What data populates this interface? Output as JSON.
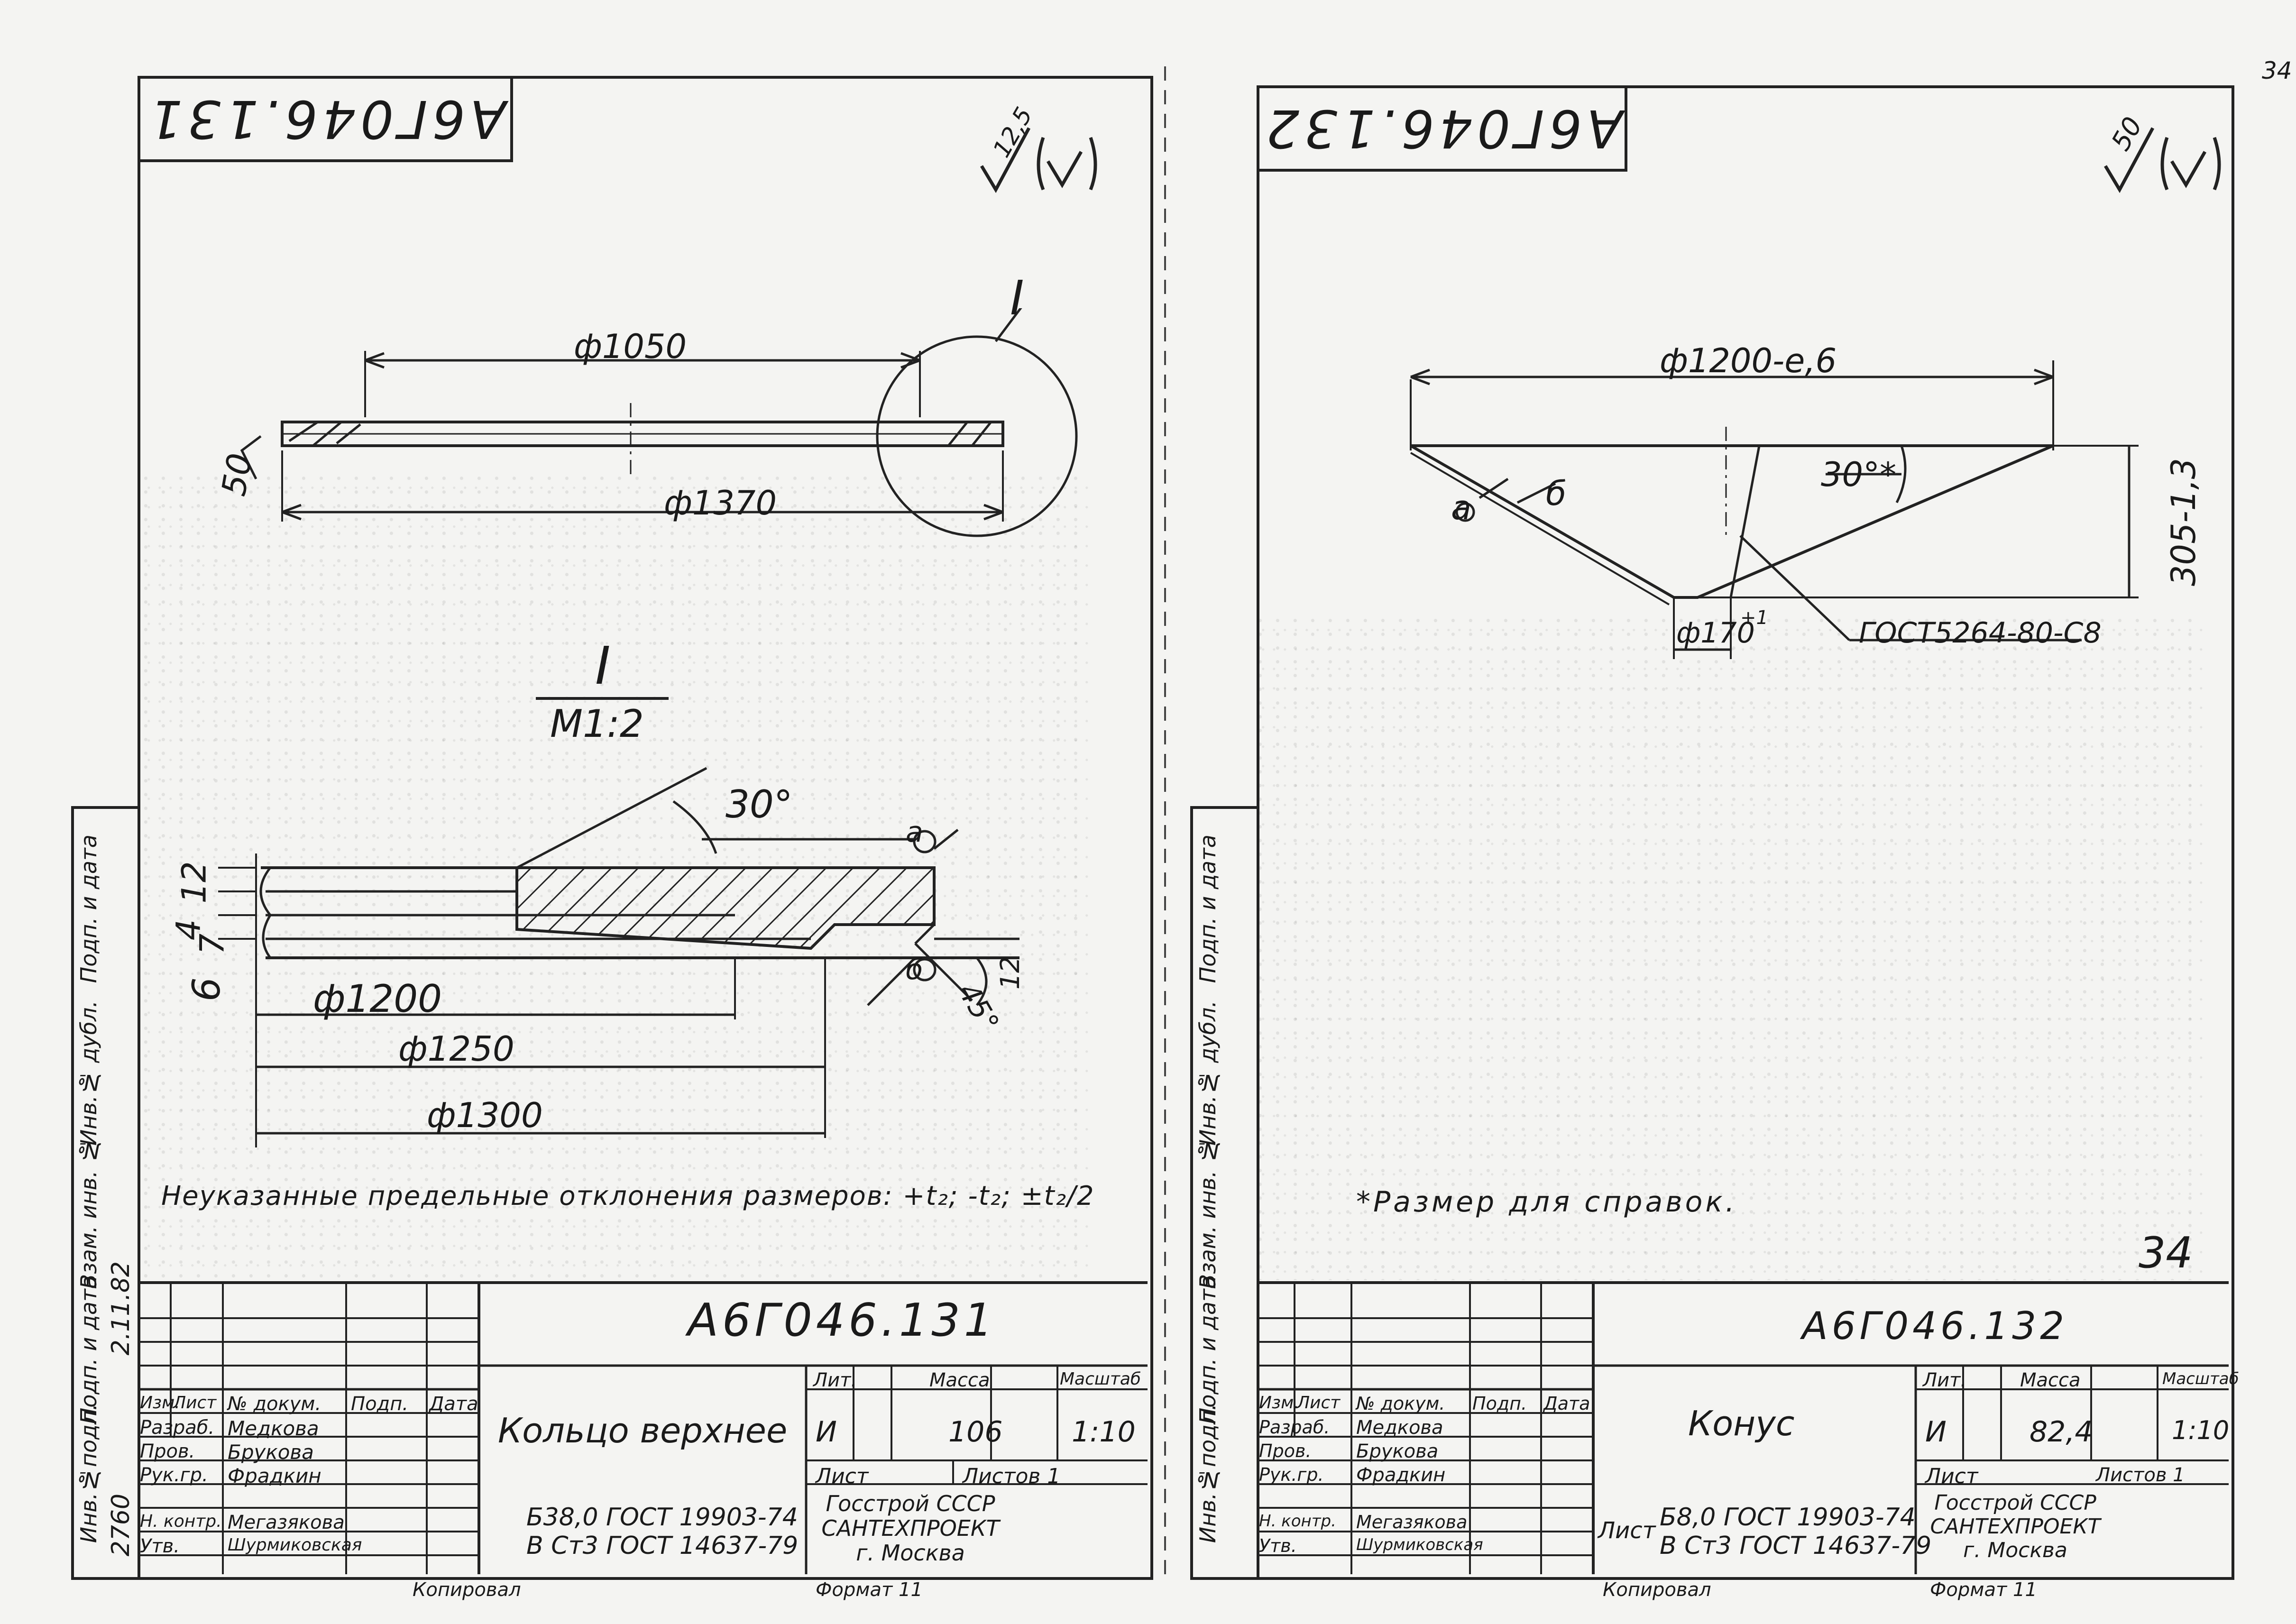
{
  "corner_number": "34",
  "left_sheet": {
    "code_stamp": "А6Г046.131",
    "roughness": "12,5",
    "callout_label": "I",
    "dims": {
      "d1050": "ф1050",
      "d1370": "ф1370",
      "rough50": "50",
      "detail_title": "I",
      "detail_scale": "М1:2",
      "angle30": "30°",
      "d1200": "ф1200",
      "d1250": "ф1250",
      "d1300": "ф1300",
      "dim4": "4",
      "dim12a": "12",
      "dim7": "7",
      "dim6": "6",
      "dim12b": "12",
      "angle45": "45°",
      "weld_a": "а",
      "weld_b": "б"
    },
    "tolerance_note": "Неуказанные предельные отклонения размеров: +t₂; -t₂; ±t₂/2",
    "side_strip": [
      "Инв.№подл.",
      "Подп. и дата",
      "Взам. инв. №",
      "Инв.№ дубл.",
      "Подп. и дата"
    ],
    "side_values": [
      "2760",
      "2.11.82"
    ],
    "title_block": {
      "doc_code": "А6Г046.131",
      "name": "Кольцо верхнее",
      "lit_label": "Лит.",
      "mass_label": "Масса",
      "scale_label": "Масштаб",
      "lit": "И",
      "mass": "106",
      "scale": "1:10",
      "sheet_label": "Лист",
      "sheets_label": "Листов 1",
      "material": "Б38,0 ГОСТ 19903-74",
      "material2": "В Ст3 ГОСТ 14637-79",
      "org": "Госстрой СССР САНТЕХПРОЕКТ г. Москва",
      "header": [
        "Изм.",
        "Лист",
        "№ докум.",
        "Подп.",
        "Дата"
      ],
      "rows": [
        [
          "Разраб.",
          "Медкова"
        ],
        [
          "Пров.",
          "Брукова"
        ],
        [
          "Рук.гр.",
          "Фрадкин"
        ],
        [
          "Н. контр.",
          "Мегазякова"
        ],
        [
          "Утв.",
          "Шурмиковская"
        ]
      ],
      "copied": "Копировал",
      "format": "Формат 11"
    }
  },
  "right_sheet": {
    "code_stamp": "А6Г046.132",
    "roughness": "50",
    "dims": {
      "d1200": "ф1200-е,6",
      "angle30": "30°*",
      "h305": "305-1,3",
      "d170": "ф170",
      "d170_tol": "+1",
      "weld": "ГОСТ5264-80-С8",
      "weld_a": "а",
      "weld_b": "б"
    },
    "note": "*Размер для справок.",
    "page_number": "34",
    "side_strip": [
      "Инв.№подл.",
      "Подп. и дата",
      "Взам. инв. №",
      "Инв.№ дубл.",
      "Подп. и дата"
    ],
    "title_block": {
      "doc_code": "А6Г046.132",
      "name": "Конус",
      "lit_label": "Лит.",
      "mass_label": "Масса",
      "scale_label": "Масштаб",
      "lit": "И",
      "mass": "82,4",
      "scale": "1:10",
      "sheet_label": "Лист",
      "sheets_label": "Листов 1",
      "material": "Б8,0 ГОСТ 19903-74",
      "material2": "В Ст3 ГОСТ 14637-79",
      "org": "Госстрой СССР САНТЕХПРОЕКТ г. Москва",
      "header": [
        "Изм.",
        "Лист",
        "№ докум.",
        "Подп.",
        "Дата"
      ],
      "rows": [
        [
          "Разраб.",
          "Медкова"
        ],
        [
          "Пров.",
          "Брукова"
        ],
        [
          "Рук.гр.",
          "Фрадкин"
        ],
        [
          "Н. контр.",
          "Мегазякова"
        ],
        [
          "Утв.",
          "Шурмиковская"
        ]
      ],
      "copied": "Копировал",
      "format": "Формат 11"
    }
  }
}
